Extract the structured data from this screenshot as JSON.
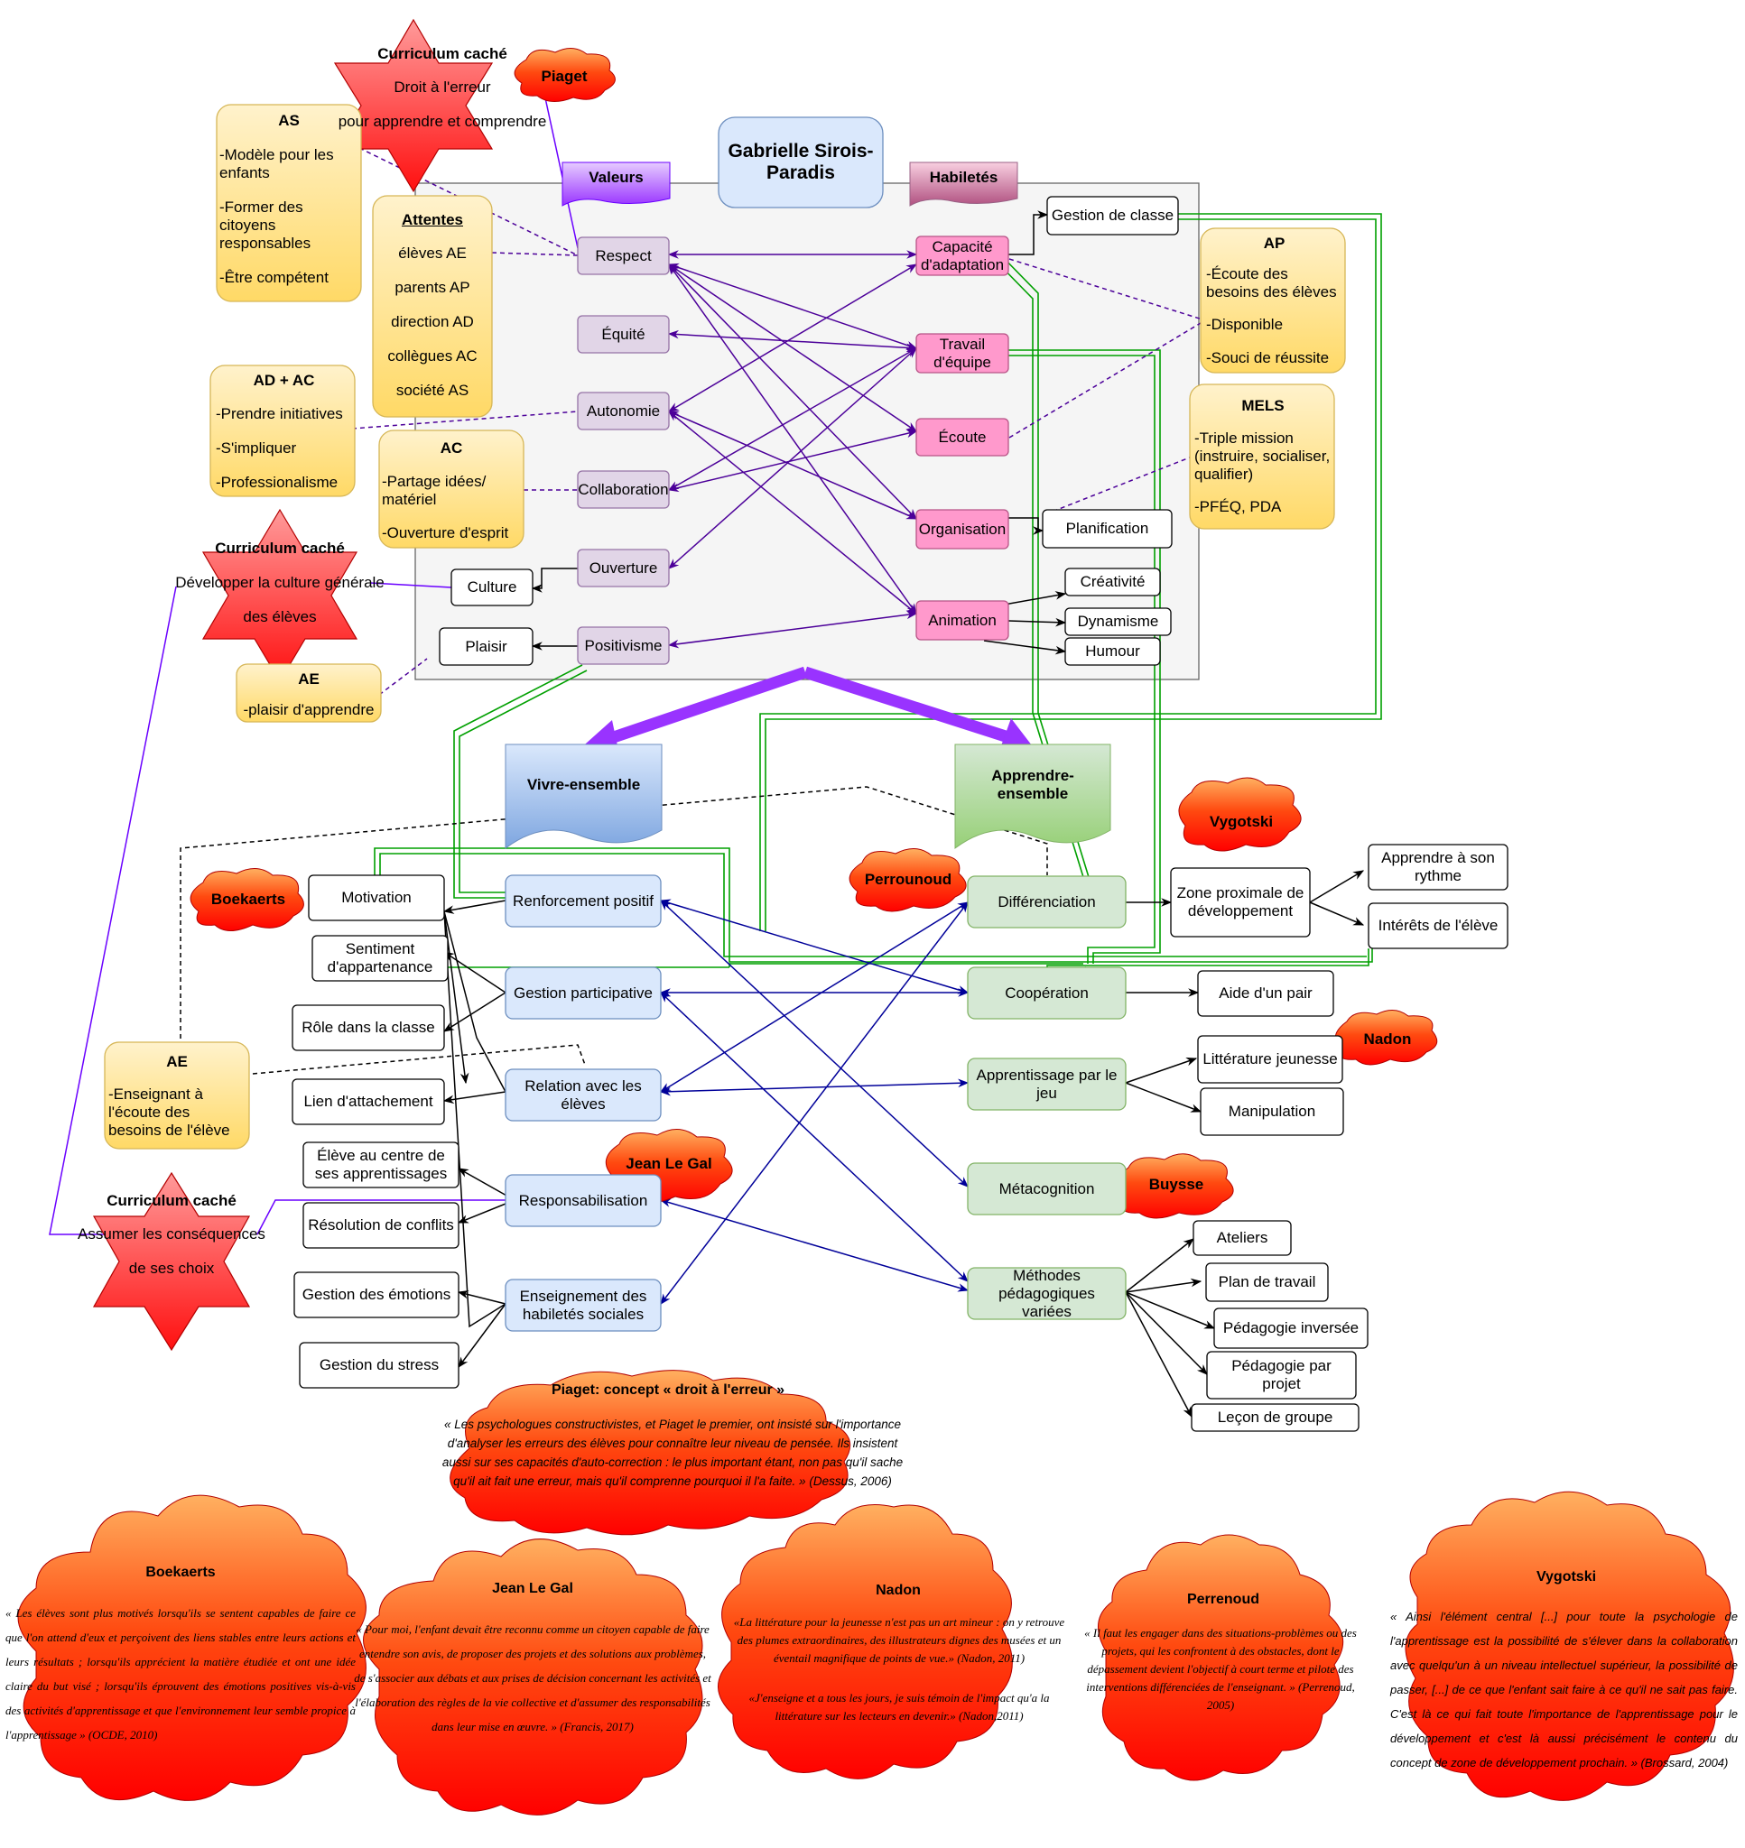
{
  "title": "Gabrielle Sirois-Paradis",
  "banners": {
    "valeurs": "Valeurs",
    "habiletes": "Habiletés",
    "vivre": "Vivre-ensemble",
    "apprendre": "Apprendre-ensemble"
  },
  "valeurs": [
    "Respect",
    "Équité",
    "Autonomie",
    "Collaboration",
    "Ouverture",
    "Positivisme"
  ],
  "habiletes": [
    "Capacité d'adaptation",
    "Travail d'équipe",
    "Écoute",
    "Organisation",
    "Animation"
  ],
  "side_nodes": {
    "gestion_classe": "Gestion de classe",
    "planification": "Planification",
    "creativite": "Créativité",
    "dynamisme": "Dynamisme",
    "humour": "Humour",
    "culture": "Culture",
    "plaisir": "Plaisir"
  },
  "notes": {
    "as": {
      "title": "AS",
      "lines": [
        "-Modèle pour les enfants",
        "-Former des citoyens responsables",
        "-Être compétent"
      ]
    },
    "attentes": {
      "title": "Attentes",
      "lines": [
        "élèves AE",
        "parents AP",
        "direction AD",
        "collègues AC",
        "société AS"
      ]
    },
    "adac": {
      "title": "AD + AC",
      "lines": [
        "-Prendre initiatives",
        "-S'impliquer",
        "-Professionalisme"
      ]
    },
    "ac": {
      "title": "AC",
      "lines": [
        "-Partage idées/ matériel",
        "-Ouverture d'esprit"
      ]
    },
    "ae_top": {
      "title": "AE",
      "lines": [
        "-plaisir d'apprendre"
      ]
    },
    "ap": {
      "title": "AP",
      "lines": [
        "-Écoute des besoins des élèves",
        "-Disponible",
        "-Souci de réussite"
      ]
    },
    "mels": {
      "title": "MELS",
      "lines": [
        "-Triple mission (instruire, socialiser, qualifier)",
        "-PFÉQ, PDA"
      ]
    },
    "ae_bottom": {
      "title": "AE",
      "lines": [
        "-Enseignant à l'écoute des besoins de l'élève"
      ]
    }
  },
  "hidden_curriculum": [
    {
      "title": "Curriculum caché",
      "lines": [
        "Droit à l'erreur",
        "pour apprendre et comprendre"
      ]
    },
    {
      "title": "Curriculum caché",
      "lines": [
        "Développer la culture générale",
        "des élèves"
      ]
    },
    {
      "title": "Curriculum caché",
      "lines": [
        "Assumer les conséquences",
        "de ses choix"
      ]
    }
  ],
  "clouds": {
    "piaget": "Piaget",
    "boekaerts": "Boekaerts",
    "perrounoud": "Perrounoud",
    "vygotski": "Vygotski",
    "nadon": "Nadon",
    "jean_le_gal": "Jean Le Gal",
    "buysse": "Buysse"
  },
  "vivre_ensemble": [
    "Renforcement positif",
    "Gestion participative",
    "Relation avec les élèves",
    "Responsabilisation",
    "Enseignement des habiletés sociales"
  ],
  "vivre_children": {
    "motivation": "Motivation",
    "sentiment": "Sentiment d'appartenance",
    "role": "Rôle dans la classe",
    "lien": "Lien d'attachement",
    "eleve_centre": "Élève au centre de ses apprentissages",
    "resolution": "Résolution de conflits",
    "emotions": "Gestion des émotions",
    "stress": "Gestion du stress"
  },
  "apprendre_ensemble": [
    "Différenciation",
    "Coopération",
    "Apprentissage par le jeu",
    "Métacognition",
    "Méthodes pédagogiques variées"
  ],
  "apprendre_children": {
    "zpd": "Zone proximale de développement",
    "rythme": "Apprendre à son rythme",
    "interets": "Intérêts de l'élève",
    "aide_pair": "Aide d'un pair",
    "litterature": "Littérature jeunesse",
    "manipulation": "Manipulation",
    "ateliers": "Ateliers",
    "plan": "Plan de travail",
    "inversee": "Pédagogie inversée",
    "projet": "Pédagogie par projet",
    "lecon": "Leçon de groupe"
  },
  "quotes": {
    "piaget": {
      "title": "Piaget: concept « droit à l'erreur »",
      "text": "« Les psychologues constructivistes, et Piaget le premier, ont insisté sur l'importance d'analyser les erreurs des élèves pour connaître leur niveau de pensée. Ils insistent aussi sur ses capacités d'auto-correction : le plus important étant, non pas qu'il sache qu'il ait fait une erreur, mais qu'il comprenne pourquoi il l'a faite. » (Dessus, 2006)"
    },
    "boekaerts": {
      "title": "Boekaerts",
      "text": "« Les élèves sont plus motivés lorsqu'ils se sentent capables de faire ce que l'on attend d'eux et perçoivent des liens stables entre leurs actions et leurs résultats ; lorsqu'ils apprécient la matière étudiée et ont une idée claire du but visé ; lorsqu'ils éprouvent des émotions positives vis-à-vis des activités d'apprentissage et que l'environnement leur semble propice à l'apprentissage » (OCDE, 2010)"
    },
    "jean_le_gal": {
      "title": "Jean Le Gal",
      "text": "« Pour moi, l'enfant devait être reconnu comme un citoyen capable de faire entendre son avis, de proposer des projets et des solutions aux problèmes, de s'associer aux débats et aux prises de décision concernant les activités et l'élaboration des règles de la vie collective et d'assumer des responsabilités dans leur mise en œuvre. » (Francis, 2017)"
    },
    "nadon": {
      "title": "Nadon",
      "text": "«La littérature pour la jeunesse n'est pas un art mineur : on y retrouve des plumes extraordinaires, des illustrateurs dignes des musées et un éventail magnifique de points de vue.» (Nadon, 2011)",
      "text2": "«J'enseigne et a tous les jours, je suis témoin de l'impact qu'a la littérature sur les lecteurs en devenir.» (Nadon,2011)"
    },
    "perrenoud": {
      "title": "Perrenoud",
      "text": "« Il faut les engager dans des situations-problèmes ou des projets, qui les confrontent à des obstacles, dont le dépassement devient l'objectif à court terme et pilote des interventions différenciées de l'enseignant. » (Perrenoud, 2005)"
    },
    "vygotski": {
      "title": "Vygotski",
      "text": "« Ainsi l'élément central [...] pour toute la psychologie de l'apprentissage est la possibilité de s'élever dans la collaboration avec quelqu'un à un niveau intellectuel supérieur, la possibilité de passer, [...] de ce que l'enfant sait faire à ce qu'il ne sait pas faire. C'est là ce qui fait toute l'importance de l'apprentissage pour le développement et c'est là aussi précisément le contenu du concept de zone de développement prochain. » (Brossard, 2004)"
    }
  },
  "colors": {
    "valeur": "#e1d5e7",
    "habilete": "#ff99cc",
    "vivre": "#dae8fc",
    "apprendre": "#d5e8d4",
    "note_top": "#fff2cc",
    "note_bottom": "#ffd966",
    "cloud": "#ff0000",
    "purple": "#6a00ff",
    "green": "#009900",
    "blue": "#000099"
  }
}
